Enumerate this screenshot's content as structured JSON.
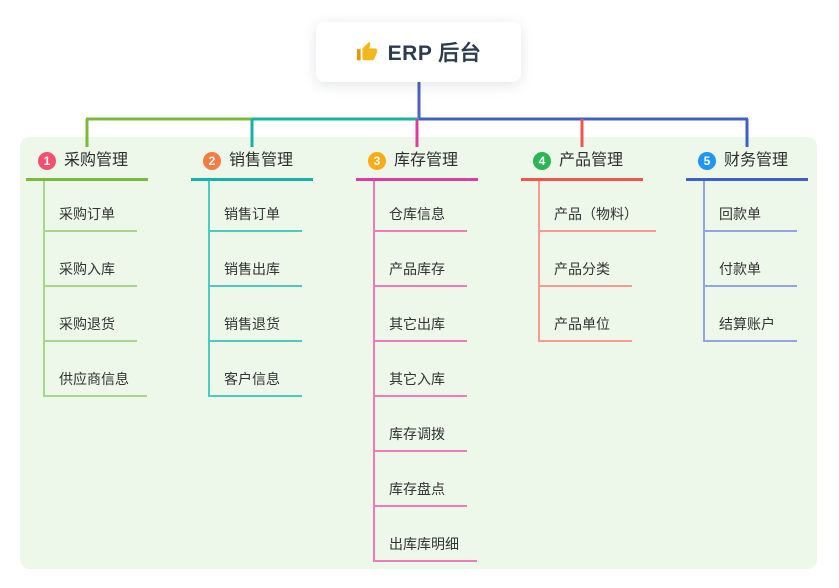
{
  "root": {
    "title": "ERP 后台",
    "icon": "thumbs-up"
  },
  "branches": [
    {
      "index": "1",
      "label": "采购管理",
      "badge_color": "#f4506e",
      "line_color": "#7cb93f",
      "item_line_color": "#a9d68c",
      "items": [
        "采购订单",
        "采购入库",
        "采购退货",
        "供应商信息"
      ]
    },
    {
      "index": "2",
      "label": "销售管理",
      "badge_color": "#f57c43",
      "line_color": "#16b2a8",
      "item_line_color": "#4fc8bf",
      "items": [
        "销售订单",
        "销售出库",
        "销售退货",
        "客户信息"
      ]
    },
    {
      "index": "3",
      "label": "库存管理",
      "badge_color": "#fbab16",
      "line_color": "#de3d9f",
      "item_line_color": "#ef7cba",
      "items": [
        "仓库信息",
        "产品库存",
        "其它出库",
        "其它入库",
        "库存调拨",
        "库存盘点",
        "出库库明细"
      ]
    },
    {
      "index": "4",
      "label": "产品管理",
      "badge_color": "#29b657",
      "line_color": "#f2544c",
      "item_line_color": "#f59b94",
      "items": [
        "产品（物料）",
        "产品分类",
        "产品单位"
      ]
    },
    {
      "index": "5",
      "label": "财务管理",
      "badge_color": "#2095f2",
      "line_color": "#4060c8",
      "item_line_color": "#92a5e0",
      "items": [
        "回款单",
        "付款单",
        "结算账户"
      ]
    }
  ],
  "colors": {
    "canvas_bg": "#ffffff",
    "panel_bg": "#edf7ea",
    "trunk_line": "#4a62c9",
    "title_text": "#2e3b4e",
    "node_text": "#333333",
    "root_icon": "#f2b71c"
  }
}
